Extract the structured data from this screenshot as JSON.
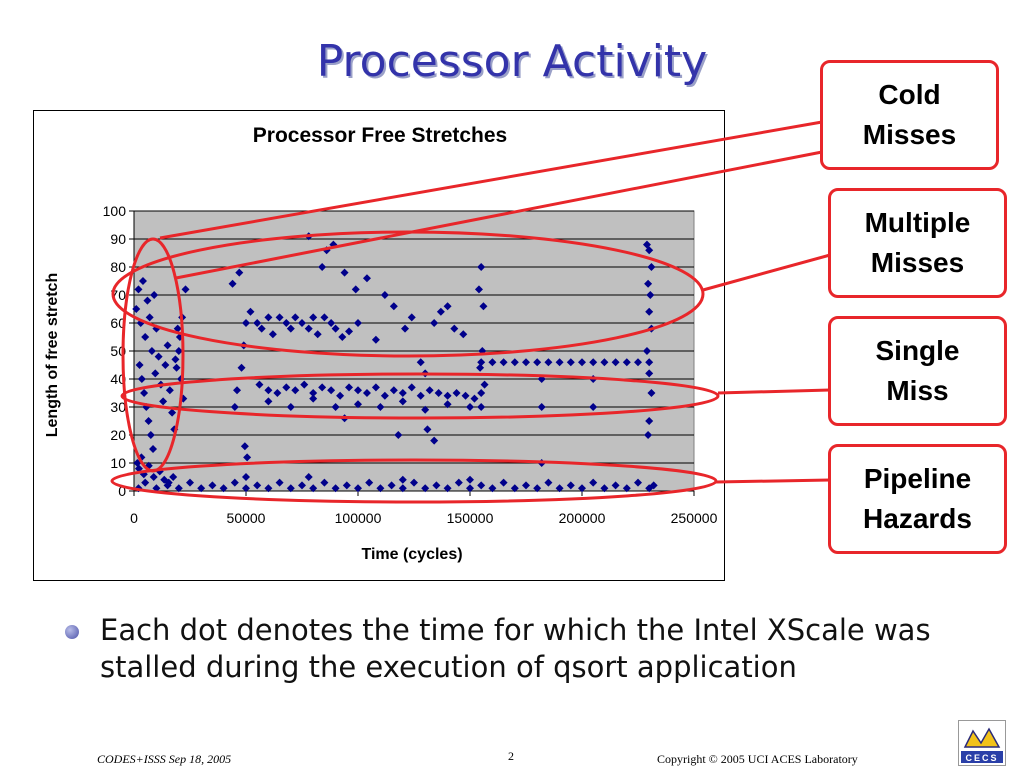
{
  "slide": {
    "title": "Processor Activity",
    "bullet": "Each dot denotes the time for which the Intel XScale was stalled during the execution of qsort application",
    "footer_left": "CODES+ISSS  Sep 18, 2005",
    "footer_page": "2",
    "footer_right": "Copyright © 2005  UCI ACES Laboratory",
    "logo_text": "CECS"
  },
  "callouts": [
    {
      "label": "Cold\nMisses"
    },
    {
      "label": "Multiple\nMisses"
    },
    {
      "label": "Single\nMiss"
    },
    {
      "label": "Pipeline\nHazards"
    }
  ],
  "colors": {
    "title": "#3333aa",
    "marker": "#00008b",
    "plot_bg": "#c0c0c0",
    "highlight": "#e8262a"
  },
  "chart_data": {
    "type": "scatter",
    "title": "Processor Free Stretches",
    "xlabel": "Time (cycles)",
    "ylabel": "Length of free stretch",
    "xlim": [
      0,
      250000
    ],
    "ylim": [
      0,
      100
    ],
    "x_ticks": [
      "0",
      "50000",
      "100000",
      "150000",
      "200000",
      "250000"
    ],
    "y_ticks": [
      "0",
      "10",
      "20",
      "30",
      "40",
      "50",
      "60",
      "70",
      "80",
      "90",
      "100"
    ],
    "grid": true,
    "legend": "none",
    "marker": "diamond",
    "series": [
      {
        "values_note": "",
        "points": [
          [
            1000,
            65
          ],
          [
            2000,
            72
          ],
          [
            3000,
            60
          ],
          [
            4000,
            75
          ],
          [
            5000,
            55
          ],
          [
            6000,
            68
          ],
          [
            7000,
            62
          ],
          [
            8000,
            50
          ],
          [
            9000,
            70
          ],
          [
            10000,
            58
          ],
          [
            2500,
            45
          ],
          [
            3500,
            40
          ],
          [
            4500,
            35
          ],
          [
            5500,
            30
          ],
          [
            6500,
            25
          ],
          [
            7500,
            20
          ],
          [
            8500,
            15
          ],
          [
            9500,
            42
          ],
          [
            11000,
            48
          ],
          [
            12000,
            38
          ],
          [
            13000,
            32
          ],
          [
            14000,
            45
          ],
          [
            15000,
            52
          ],
          [
            16000,
            36
          ],
          [
            17000,
            28
          ],
          [
            18000,
            22
          ],
          [
            19000,
            44
          ],
          [
            20000,
            50
          ],
          [
            21000,
            40
          ],
          [
            22000,
            33
          ],
          [
            1500,
            10
          ],
          [
            2200,
            8
          ],
          [
            3300,
            12
          ],
          [
            4400,
            6
          ],
          [
            6600,
            9
          ],
          [
            8800,
            5
          ],
          [
            11500,
            7
          ],
          [
            13500,
            4
          ],
          [
            15500,
            3
          ],
          [
            17500,
            5
          ],
          [
            23000,
            72
          ],
          [
            21500,
            62
          ],
          [
            20500,
            55
          ],
          [
            19500,
            58
          ],
          [
            18500,
            47
          ],
          [
            44000,
            74
          ],
          [
            47000,
            78
          ],
          [
            49000,
            52
          ],
          [
            50000,
            60
          ],
          [
            52000,
            64
          ],
          [
            48000,
            44
          ],
          [
            46000,
            36
          ],
          [
            45000,
            30
          ],
          [
            50500,
            12
          ],
          [
            49500,
            16
          ],
          [
            55000,
            60
          ],
          [
            57000,
            58
          ],
          [
            60000,
            62
          ],
          [
            62000,
            56
          ],
          [
            65000,
            62
          ],
          [
            68000,
            60
          ],
          [
            70000,
            58
          ],
          [
            72000,
            62
          ],
          [
            75000,
            60
          ],
          [
            78000,
            58
          ],
          [
            80000,
            62
          ],
          [
            82000,
            56
          ],
          [
            85000,
            62
          ],
          [
            88000,
            60
          ],
          [
            90000,
            58
          ],
          [
            93000,
            55
          ],
          [
            96000,
            57
          ],
          [
            100000,
            60
          ],
          [
            56000,
            38
          ],
          [
            60000,
            36
          ],
          [
            64000,
            35
          ],
          [
            68000,
            37
          ],
          [
            72000,
            36
          ],
          [
            76000,
            38
          ],
          [
            80000,
            35
          ],
          [
            84000,
            37
          ],
          [
            88000,
            36
          ],
          [
            92000,
            34
          ],
          [
            96000,
            37
          ],
          [
            100000,
            36
          ],
          [
            104000,
            35
          ],
          [
            108000,
            37
          ],
          [
            112000,
            34
          ],
          [
            116000,
            36
          ],
          [
            120000,
            35
          ],
          [
            124000,
            37
          ],
          [
            128000,
            34
          ],
          [
            132000,
            36
          ],
          [
            136000,
            35
          ],
          [
            140000,
            34
          ],
          [
            144000,
            35
          ],
          [
            148000,
            34
          ],
          [
            152000,
            33
          ],
          [
            155000,
            35
          ],
          [
            60000,
            32
          ],
          [
            70000,
            30
          ],
          [
            80000,
            33
          ],
          [
            90000,
            30
          ],
          [
            100000,
            31
          ],
          [
            110000,
            30
          ],
          [
            120000,
            32
          ],
          [
            130000,
            29
          ],
          [
            140000,
            31
          ],
          [
            150000,
            30
          ],
          [
            78000,
            91
          ],
          [
            86000,
            86
          ],
          [
            89000,
            88
          ],
          [
            84000,
            80
          ],
          [
            94000,
            78
          ],
          [
            99000,
            72
          ],
          [
            104000,
            76
          ],
          [
            112000,
            70
          ],
          [
            116000,
            66
          ],
          [
            108000,
            54
          ],
          [
            121000,
            58
          ],
          [
            124000,
            62
          ],
          [
            128000,
            46
          ],
          [
            130000,
            42
          ],
          [
            134000,
            60
          ],
          [
            137000,
            64
          ],
          [
            140000,
            66
          ],
          [
            143000,
            58
          ],
          [
            147000,
            56
          ],
          [
            131000,
            22
          ],
          [
            134000,
            18
          ],
          [
            94000,
            26
          ],
          [
            118000,
            20
          ],
          [
            155000,
            80
          ],
          [
            154000,
            72
          ],
          [
            156000,
            66
          ],
          [
            155500,
            50
          ],
          [
            154500,
            44
          ],
          [
            156500,
            38
          ],
          [
            155000,
            30
          ],
          [
            155000,
            46
          ],
          [
            160000,
            46
          ],
          [
            165000,
            46
          ],
          [
            170000,
            46
          ],
          [
            175000,
            46
          ],
          [
            180000,
            46
          ],
          [
            185000,
            46
          ],
          [
            190000,
            46
          ],
          [
            195000,
            46
          ],
          [
            200000,
            46
          ],
          [
            205000,
            46
          ],
          [
            210000,
            46
          ],
          [
            215000,
            46
          ],
          [
            220000,
            46
          ],
          [
            225000,
            46
          ],
          [
            230000,
            46
          ],
          [
            182000,
            40
          ],
          [
            182000,
            30
          ],
          [
            205000,
            40
          ],
          [
            205000,
            30
          ],
          [
            182000,
            10
          ],
          [
            229000,
            88
          ],
          [
            230000,
            86
          ],
          [
            231000,
            80
          ],
          [
            229500,
            74
          ],
          [
            230500,
            70
          ],
          [
            230000,
            64
          ],
          [
            231000,
            58
          ],
          [
            229000,
            50
          ],
          [
            230000,
            42
          ],
          [
            231000,
            35
          ],
          [
            230000,
            25
          ],
          [
            229500,
            20
          ],
          [
            2000,
            1
          ],
          [
            10000,
            1
          ],
          [
            20000,
            1
          ],
          [
            30000,
            1
          ],
          [
            40000,
            1
          ],
          [
            50000,
            1
          ],
          [
            60000,
            1
          ],
          [
            70000,
            1
          ],
          [
            80000,
            1
          ],
          [
            90000,
            1
          ],
          [
            100000,
            1
          ],
          [
            110000,
            1
          ],
          [
            120000,
            1
          ],
          [
            130000,
            1
          ],
          [
            140000,
            1
          ],
          [
            150000,
            1
          ],
          [
            160000,
            1
          ],
          [
            170000,
            1
          ],
          [
            180000,
            1
          ],
          [
            190000,
            1
          ],
          [
            200000,
            1
          ],
          [
            210000,
            1
          ],
          [
            220000,
            1
          ],
          [
            230000,
            1
          ],
          [
            5000,
            3
          ],
          [
            15000,
            2
          ],
          [
            25000,
            3
          ],
          [
            35000,
            2
          ],
          [
            45000,
            3
          ],
          [
            55000,
            2
          ],
          [
            65000,
            3
          ],
          [
            75000,
            2
          ],
          [
            85000,
            3
          ],
          [
            95000,
            2
          ],
          [
            105000,
            3
          ],
          [
            115000,
            2
          ],
          [
            125000,
            3
          ],
          [
            135000,
            2
          ],
          [
            145000,
            3
          ],
          [
            155000,
            2
          ],
          [
            165000,
            3
          ],
          [
            175000,
            2
          ],
          [
            185000,
            3
          ],
          [
            195000,
            2
          ],
          [
            205000,
            3
          ],
          [
            215000,
            2
          ],
          [
            225000,
            3
          ],
          [
            232000,
            2
          ],
          [
            50000,
            5
          ],
          [
            78000,
            5
          ],
          [
            120000,
            4
          ],
          [
            150000,
            4
          ]
        ]
      }
    ]
  }
}
